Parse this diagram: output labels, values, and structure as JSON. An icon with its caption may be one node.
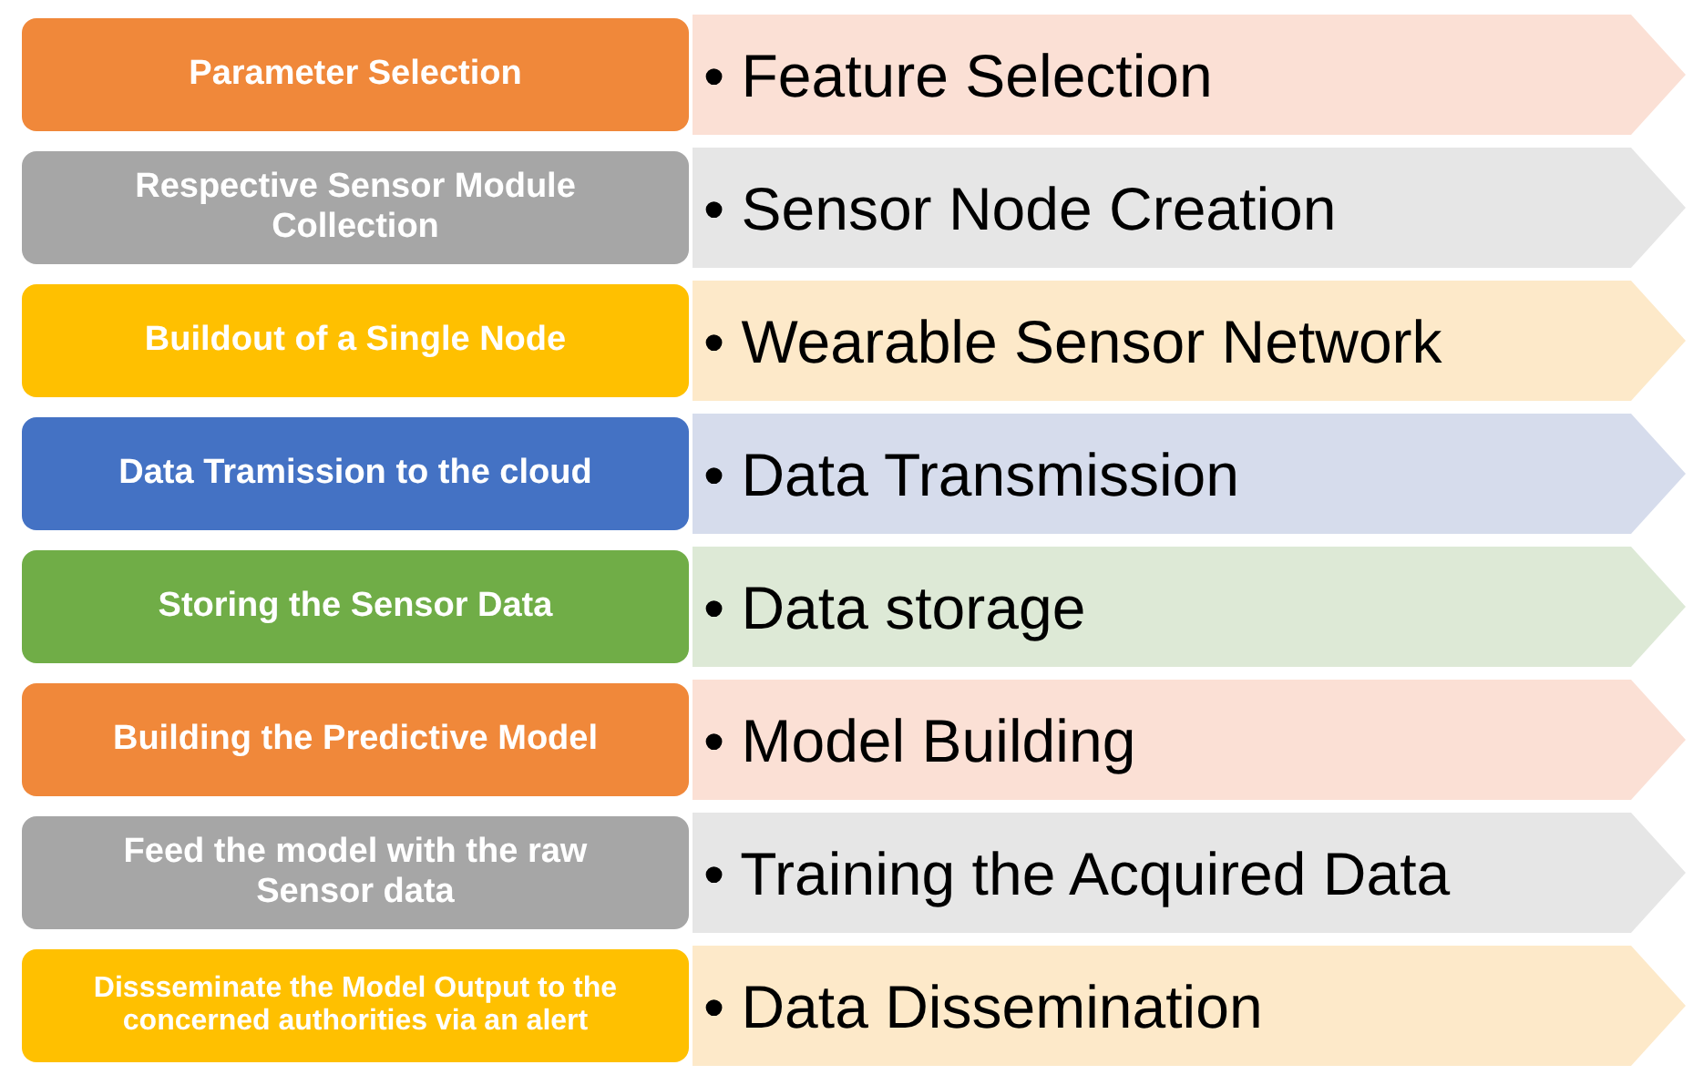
{
  "diagram": {
    "nodes": [
      {
        "text": [
          "Parameter Selection"
        ]
      },
      {
        "text": [
          "• Feature Selection"
        ]
      },
      {
        "text": [
          "Respective Sensor Module Collection"
        ]
      },
      {
        "text": [
          "• Sensor Node Creation"
        ]
      },
      {
        "text": [
          "Buildout of a Single Node"
        ]
      },
      {
        "text": [
          "• Wearable Sensor Network"
        ]
      },
      {
        "text": [
          "Data Tramission to the cloud"
        ]
      },
      {
        "text": [
          "• Data Transmission"
        ]
      },
      {
        "text": [
          "Storing the Sensor Data"
        ]
      },
      {
        "text": [
          "• Data storage"
        ]
      },
      {
        "text": [
          "Building the Predictive Model"
        ]
      },
      {
        "text": [
          "• Model Building"
        ]
      },
      {
        "text": [
          "Feed the model with the raw Sensor data"
        ]
      },
      {
        "text": [
          "• Training the Acquired Data"
        ]
      },
      {
        "text": [
          "Dissseminate the Model Output to the concerned authorities via an alert"
        ]
      },
      {
        "text": [
          "• Data Dissemination"
        ]
      }
    ]
  }
}
